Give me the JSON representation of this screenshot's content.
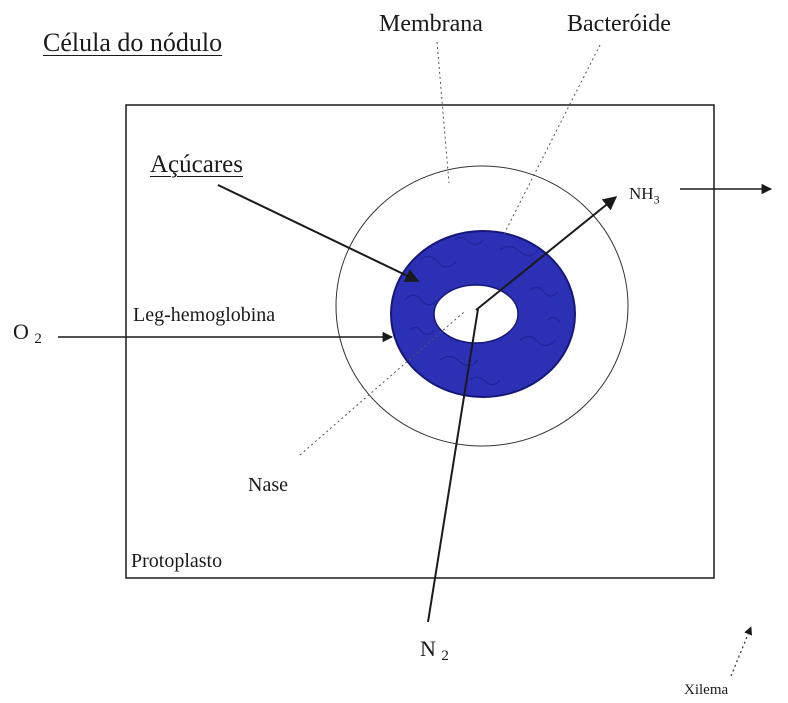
{
  "title": "Célula do nódulo",
  "labels": {
    "membrana": "Membrana",
    "bacteroide": "Bacteróide",
    "acucares": "Açúcares",
    "nh3_main": "NH",
    "nh3_sub": "3",
    "o2_main": "O",
    "o2_sub": "2",
    "leghemoglobina": "Leg-hemoglobina",
    "nase": "Nase",
    "protoplasto": "Protoplasto",
    "n2_main": "N",
    "n2_sub": "2",
    "xilema": "Xilema"
  },
  "colors": {
    "bacteroid_fill": "#2b30b5",
    "bacteroid_texture": "#1c218f",
    "line": "#1a1a1a"
  }
}
